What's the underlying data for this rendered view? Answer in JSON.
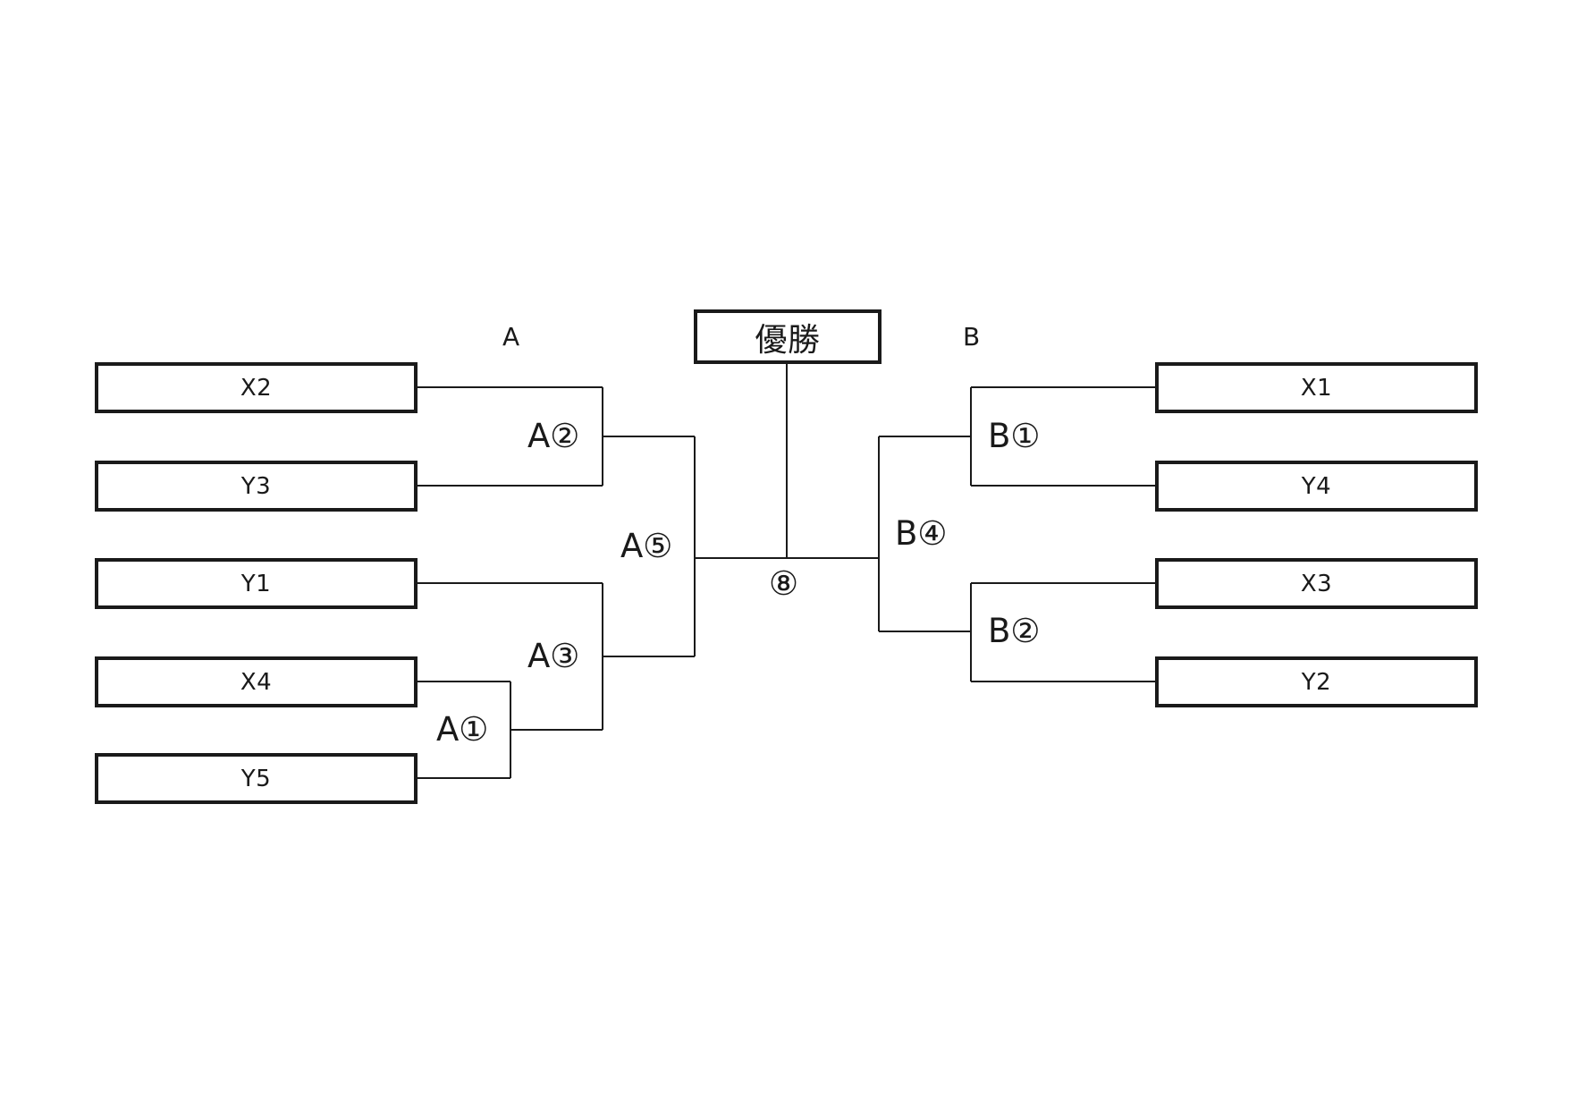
{
  "champion": "優勝",
  "sides": {
    "a": "A",
    "b": "B"
  },
  "teams": {
    "left": [
      "X2",
      "Y3",
      "Y1",
      "X4",
      "Y5"
    ],
    "right": [
      "X1",
      "Y4",
      "X3",
      "Y2"
    ]
  },
  "matches": {
    "a1": "A①",
    "a2": "A②",
    "a3": "A③",
    "a5": "A⑤",
    "b1": "B①",
    "b2": "B②",
    "b4": "B④",
    "final": "⑧"
  }
}
